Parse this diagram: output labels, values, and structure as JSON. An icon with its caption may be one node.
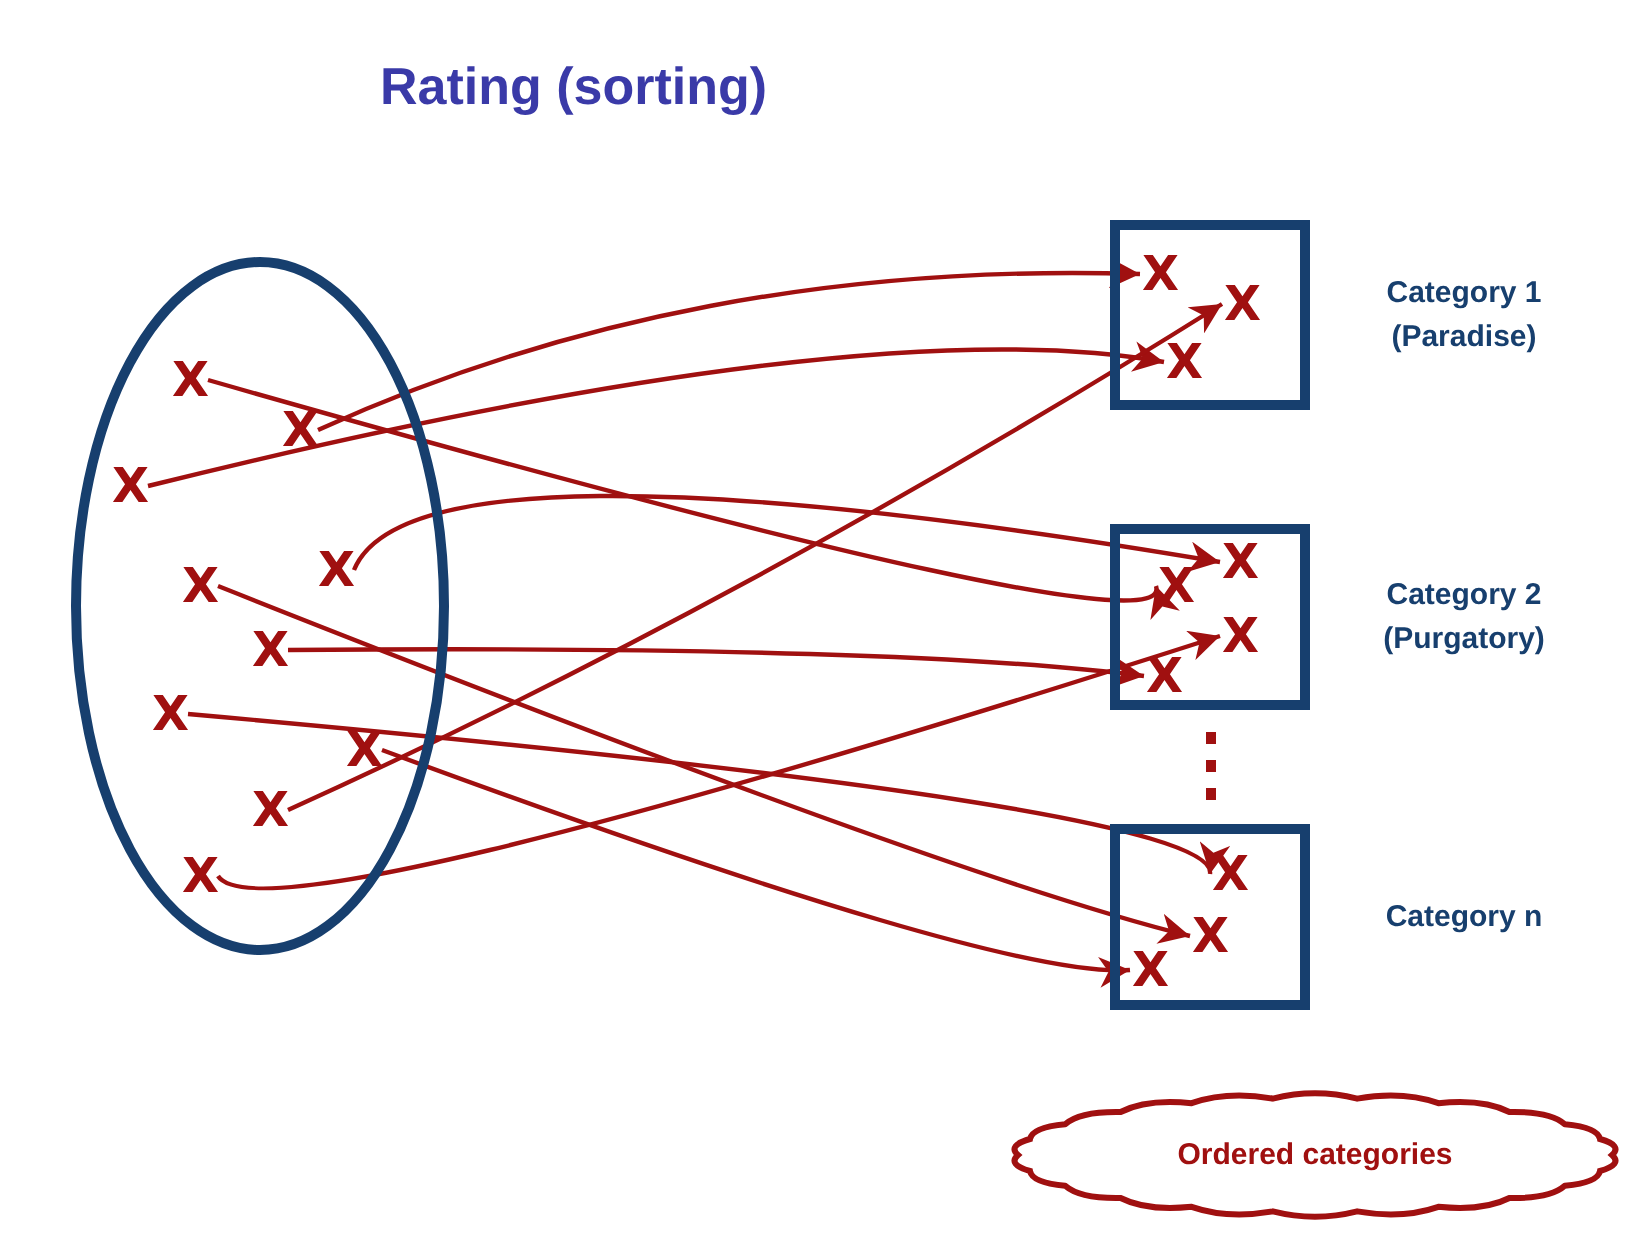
{
  "diagram": {
    "title": "Rating (sorting)",
    "nodes": [
      {
        "text": [],
        "shape": "circle"
      },
      {
        "text": [
          "X"
        ],
        "in": 0
      },
      {
        "text": [
          "X"
        ],
        "in": 0
      },
      {
        "text": [
          "X"
        ],
        "in": 0
      },
      {
        "text": [
          "X"
        ],
        "in": 0
      },
      {
        "text": [
          "X"
        ],
        "in": 0
      },
      {
        "text": [
          "X"
        ],
        "in": 0
      },
      {
        "text": [
          "X"
        ],
        "in": 0
      },
      {
        "text": [
          "X"
        ],
        "in": 0
      },
      {
        "text": [
          "X"
        ],
        "in": 0
      },
      {
        "text": [
          "X"
        ],
        "in": 0
      },
      {
        "text": [],
        "shape": "box",
        "beside": [
          "Category 1",
          "(Paradise)"
        ]
      },
      {
        "text": [
          "X"
        ],
        "in": 11
      },
      {
        "text": [
          "X"
        ],
        "in": 11
      },
      {
        "text": [
          "X"
        ],
        "in": 11
      },
      {
        "text": [],
        "shape": "box",
        "beside": [
          "Category 2",
          "(Purgatory)"
        ]
      },
      {
        "text": [
          "X"
        ],
        "in": 15
      },
      {
        "text": [
          "X"
        ],
        "in": 15
      },
      {
        "text": [
          "X"
        ],
        "in": 15
      },
      {
        "text": [
          "X"
        ],
        "in": 15
      },
      {
        "text": [],
        "shape": "box",
        "beside": [
          "Category n"
        ]
      },
      {
        "text": [
          "X"
        ],
        "in": 20
      },
      {
        "text": [
          "X"
        ],
        "in": 20
      },
      {
        "text": [
          "X"
        ],
        "in": 20
      },
      {
        "text": [
          "Ordered categories"
        ]
      }
    ],
    "edges": [
      {
        "from": 2,
        "to": 12,
        "arrow": "to"
      },
      {
        "from": 3,
        "to": 14,
        "arrow": "to"
      },
      {
        "from": 1,
        "to": 17,
        "arrow": "to"
      },
      {
        "from": 4,
        "to": 16,
        "arrow": "to"
      },
      {
        "from": 6,
        "to": 19,
        "arrow": "to"
      },
      {
        "from": 9,
        "to": 13,
        "arrow": "to"
      },
      {
        "from": 10,
        "to": 18,
        "arrow": "to"
      },
      {
        "from": 7,
        "to": 21,
        "arrow": "to"
      },
      {
        "from": 5,
        "to": 22,
        "arrow": "to"
      },
      {
        "from": 8,
        "to": 23,
        "arrow": "to"
      }
    ]
  }
}
